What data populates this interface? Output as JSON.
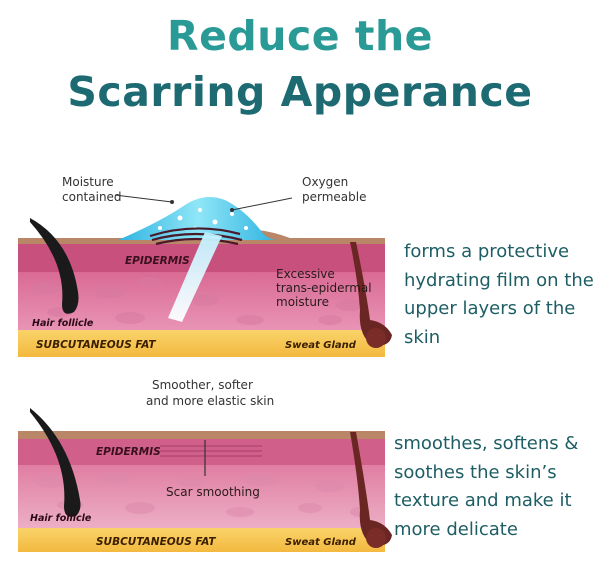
{
  "title": {
    "line1": "Reduce the",
    "line2": "Scarring Apperance"
  },
  "diagram1": {
    "moisture": "Moisture\ncontained",
    "oxygen": "Oxygen\npermeable",
    "epidermis": "EPIDERMIS",
    "excessive": "Excessive\ntrans-epidermal\nmoisture",
    "hair": "Hair follicle",
    "fat": "SUBCUTANEOUS FAT",
    "gland": "Sweat Gland",
    "side": "forms a protective hydrating film on the upper layers of the skin"
  },
  "diagram2": {
    "caption": "Smoother, softer\nand more elastic skin",
    "epidermis": "EPIDERMIS",
    "scar": "Scar smoothing",
    "hair": "Hair follicle",
    "fat": "SUBCUTANEOUS FAT",
    "gland": "Sweat Gland",
    "side": "smoothes, softens & soothes the skin’s texture and make it more delicate"
  },
  "colors": {
    "teal_light": "#2a9a96",
    "teal_dark": "#1d6a73",
    "skin": "#e07aa0",
    "fat": "#f6c44e",
    "gel": "#5fd3f0"
  }
}
